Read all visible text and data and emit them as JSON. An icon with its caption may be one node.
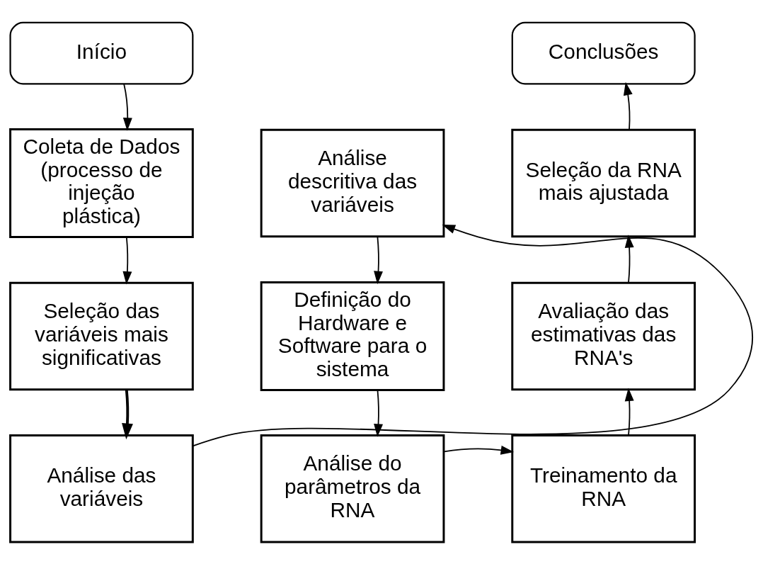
{
  "diagram": {
    "nodes": [
      {
        "text": [
          "Início"
        ]
      },
      {
        "text": [
          "Coleta de Dados (processo de injeção plástica)"
        ]
      },
      {
        "text": [
          "Seleção das variáveis mais significativas"
        ]
      },
      {
        "text": [
          "Análise das variáveis"
        ]
      },
      {
        "text": [
          "Análise descritiva das variáveis"
        ]
      },
      {
        "text": [
          "Definição do Hardware e Software para o sistema"
        ]
      },
      {
        "text": [
          "Análise do parâmetros da RNA"
        ]
      },
      {
        "text": [
          "Treinamento da RNA"
        ]
      },
      {
        "text": [
          "Avaliação das estimativas das RNA's"
        ]
      },
      {
        "text": [
          "Seleção da RNA mais ajustada"
        ]
      },
      {
        "text": [
          "Conclusões"
        ]
      }
    ],
    "edges": [
      {
        "from": 0,
        "to": 1,
        "arrow": "to"
      },
      {
        "from": 1,
        "to": 2,
        "arrow": "to"
      },
      {
        "from": 2,
        "to": 3,
        "arrow": "to",
        "style": "thick"
      },
      {
        "from": 3,
        "to": 4,
        "arrow": "to"
      },
      {
        "from": 4,
        "to": 5,
        "arrow": "to"
      },
      {
        "from": 5,
        "to": 6,
        "arrow": "to"
      },
      {
        "from": 6,
        "to": 7,
        "arrow": "to"
      },
      {
        "from": 7,
        "to": 8,
        "arrow": "to"
      },
      {
        "from": 8,
        "to": 9,
        "arrow": "to"
      },
      {
        "from": 9,
        "to": 10,
        "arrow": "to"
      }
    ]
  }
}
